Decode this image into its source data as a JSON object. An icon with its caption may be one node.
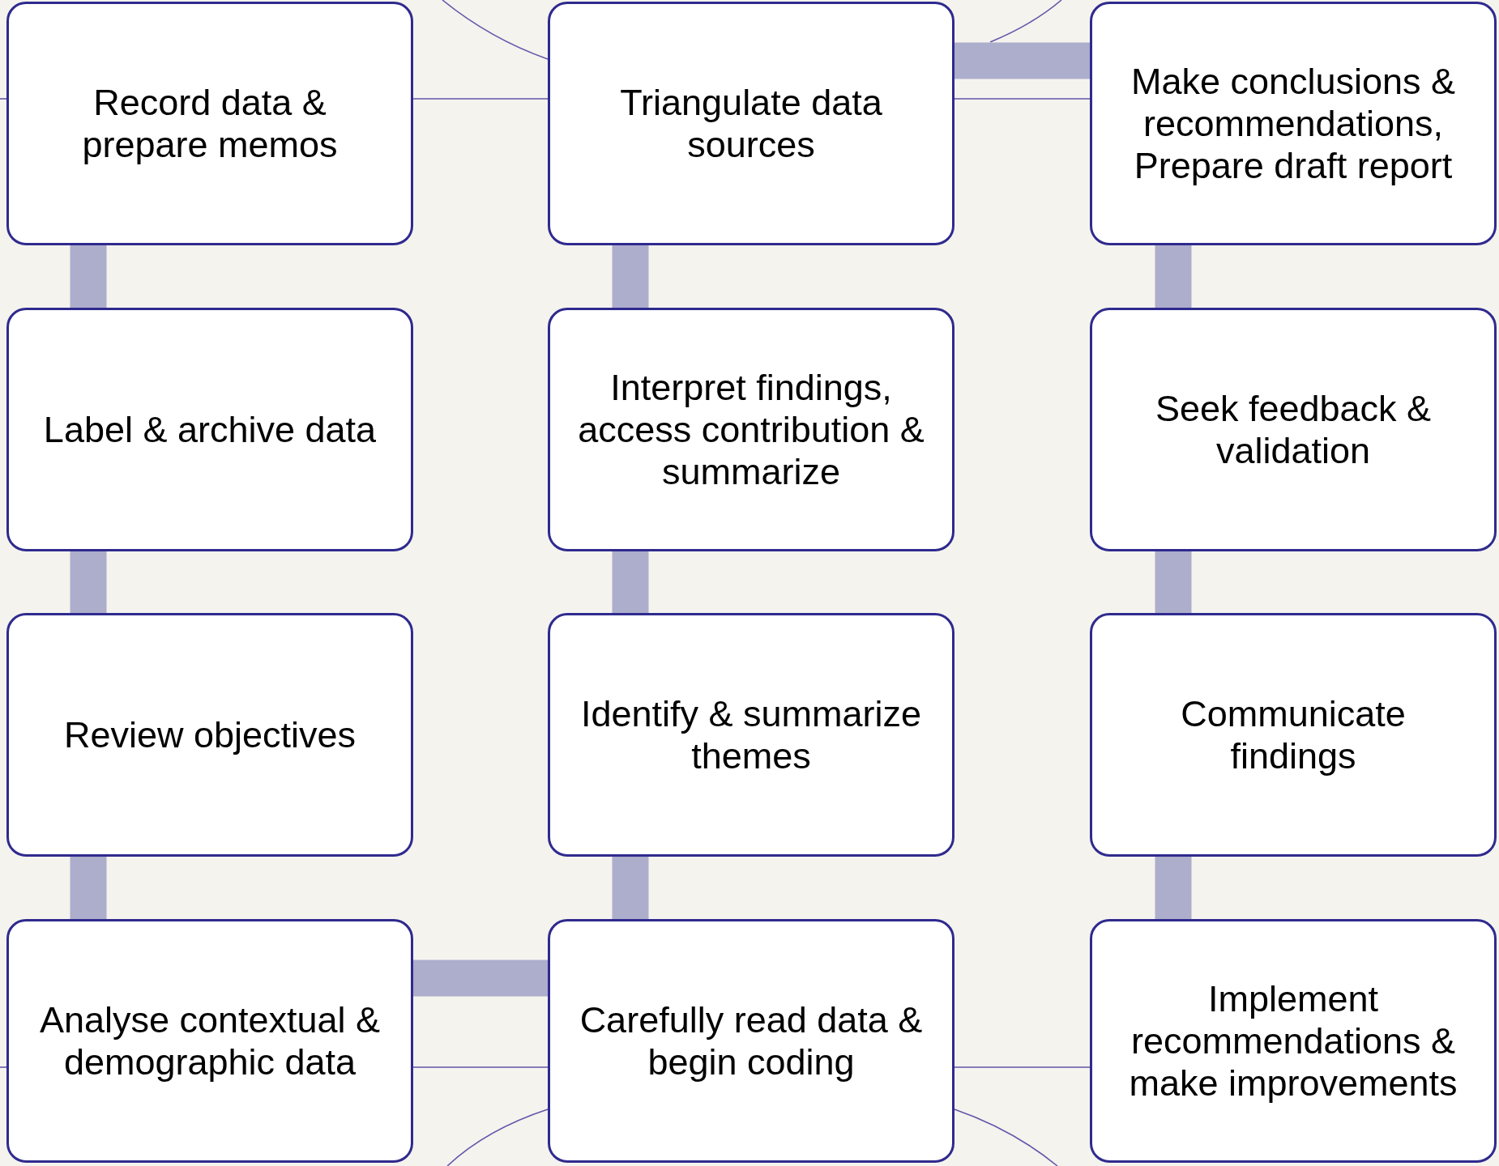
{
  "diagram": {
    "nodes": [
      {
        "text": [
          "Record data & prepare memos"
        ]
      },
      {
        "text": [
          "Triangulate data sources"
        ]
      },
      {
        "text": [
          "Make conclusions & recommendations, Prepare draft report"
        ]
      },
      {
        "text": [
          "Label & archive data"
        ]
      },
      {
        "text": [
          "Interpret findings, access contribution & summarize"
        ]
      },
      {
        "text": [
          "Seek feedback & validation"
        ]
      },
      {
        "text": [
          "Review objectives"
        ]
      },
      {
        "text": [
          "Identify & summarize themes"
        ]
      },
      {
        "text": [
          "Communicate findings"
        ]
      },
      {
        "text": [
          "Analyse contextual & demographic data"
        ]
      },
      {
        "text": [
          "Carefully read data & begin coding"
        ]
      },
      {
        "text": [
          "Implement recommendations & make improvements"
        ]
      }
    ],
    "edges": [
      {
        "from": 0,
        "to": 3,
        "arrow": "none"
      },
      {
        "from": 3,
        "to": 6,
        "arrow": "none"
      },
      {
        "from": 6,
        "to": 9,
        "arrow": "none"
      },
      {
        "from": 9,
        "to": 10,
        "arrow": "none"
      },
      {
        "from": 10,
        "to": 7,
        "arrow": "none"
      },
      {
        "from": 7,
        "to": 4,
        "arrow": "none"
      },
      {
        "from": 4,
        "to": 1,
        "arrow": "none"
      },
      {
        "from": 1,
        "to": 2,
        "arrow": "none"
      },
      {
        "from": 2,
        "to": 5,
        "arrow": "none"
      },
      {
        "from": 5,
        "to": 8,
        "arrow": "none"
      },
      {
        "from": 8,
        "to": 11,
        "arrow": "none"
      },
      {
        "from": null,
        "to": 0,
        "arrow": "none",
        "color": "#6655aa"
      },
      {
        "from": 0,
        "to": 1,
        "arrow": "none",
        "color": "#6655aa"
      },
      {
        "from": 1,
        "to": 2,
        "arrow": "none",
        "color": "#6655aa"
      },
      {
        "from": null,
        "to": 9,
        "arrow": "none",
        "color": "#6655aa"
      },
      {
        "from": 9,
        "to": 10,
        "arrow": "none",
        "color": "#6655aa"
      },
      {
        "from": 10,
        "to": 11,
        "arrow": "none",
        "color": "#6655aa"
      },
      {
        "from": null,
        "to": 1,
        "arrow": "none",
        "color": "#6655aa"
      },
      {
        "from": null,
        "to": 10,
        "arrow": "none",
        "color": "#6655aa"
      },
      {
        "from": null,
        "to": 10,
        "arrow": "none",
        "color": "#6655aa"
      }
    ]
  }
}
